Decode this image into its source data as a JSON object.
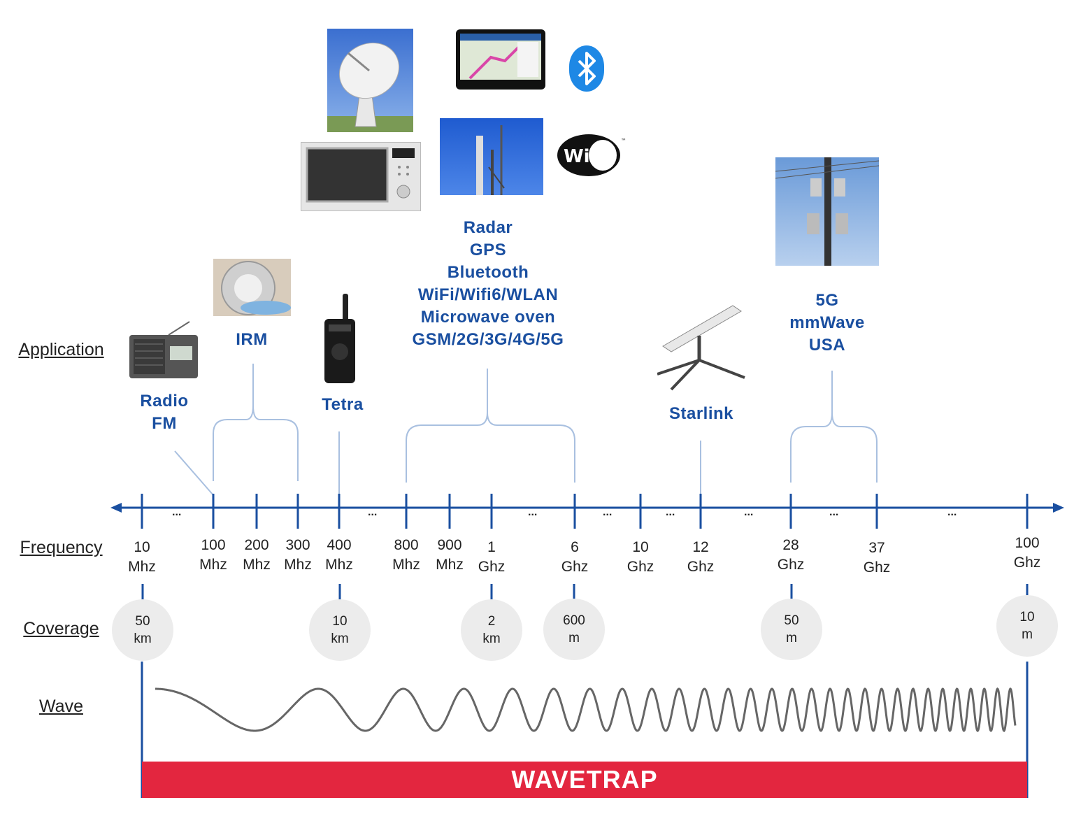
{
  "row_labels": {
    "application": "Application",
    "frequency": "Frequency",
    "coverage": "Coverage",
    "wave": "Wave"
  },
  "applications": {
    "radio_fm": "Radio\nFM",
    "irm": "IRM",
    "tetra": "Tetra",
    "multi": "Radar\nGPS\nBluetooth\nWiFi/Wifi6/WLAN\nMicrowave oven\nGSM/2G/3G/4G/5G",
    "starlink": "Starlink",
    "mmwave": "5G\nmmWave\nUSA"
  },
  "frequencies": [
    {
      "value": "10",
      "unit": "Mhz"
    },
    {
      "value": "100",
      "unit": "Mhz"
    },
    {
      "value": "200",
      "unit": "Mhz"
    },
    {
      "value": "300",
      "unit": "Mhz"
    },
    {
      "value": "400",
      "unit": "Mhz"
    },
    {
      "value": "800",
      "unit": "Mhz"
    },
    {
      "value": "900",
      "unit": "Mhz"
    },
    {
      "value": "1",
      "unit": "Ghz"
    },
    {
      "value": "6",
      "unit": "Ghz"
    },
    {
      "value": "10",
      "unit": "Ghz"
    },
    {
      "value": "12",
      "unit": "Ghz"
    },
    {
      "value": "28",
      "unit": "Ghz"
    },
    {
      "value": "37",
      "unit": "Ghz"
    },
    {
      "value": "100",
      "unit": "Ghz"
    }
  ],
  "ellipsis": "...",
  "coverage": [
    {
      "value": "50",
      "unit": "km"
    },
    {
      "value": "10",
      "unit": "km"
    },
    {
      "value": "2",
      "unit": "km"
    },
    {
      "value": "600",
      "unit": "m"
    },
    {
      "value": "50",
      "unit": "m"
    },
    {
      "value": "10",
      "unit": "m"
    }
  ],
  "icons": {
    "bluetooth": "bluetooth-icon",
    "wifi": "wifi-logo-icon",
    "wifi_text": "Wi Fi",
    "trademark": "™"
  },
  "brand": "WAVETRAP",
  "colors": {
    "axis": "#1a4fa0",
    "label_blue": "#1a4fa0",
    "bracket": "#a9c0e0",
    "brand_bar": "#e3263f",
    "coverage_circle": "#ececec"
  }
}
